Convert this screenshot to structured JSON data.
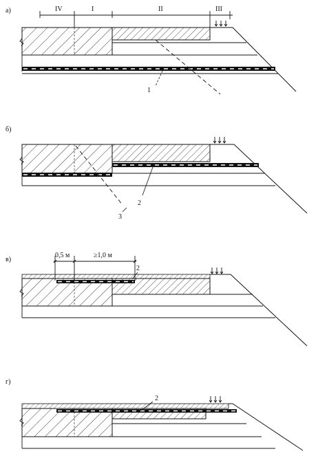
{
  "figure": {
    "panels": [
      {
        "label": "а)",
        "zones": [
          "IV",
          "I",
          "II",
          "III"
        ],
        "callouts": [
          "1"
        ]
      },
      {
        "label": "б)",
        "callouts": [
          "2",
          "3"
        ]
      },
      {
        "label": "в)",
        "dimensions": [
          "0,5 м",
          "≥1,0 м"
        ],
        "callouts": [
          "2"
        ]
      },
      {
        "label": "г)",
        "callouts": [
          "2"
        ]
      }
    ]
  },
  "colors": {
    "ink": "#111111",
    "background": "#ffffff"
  }
}
